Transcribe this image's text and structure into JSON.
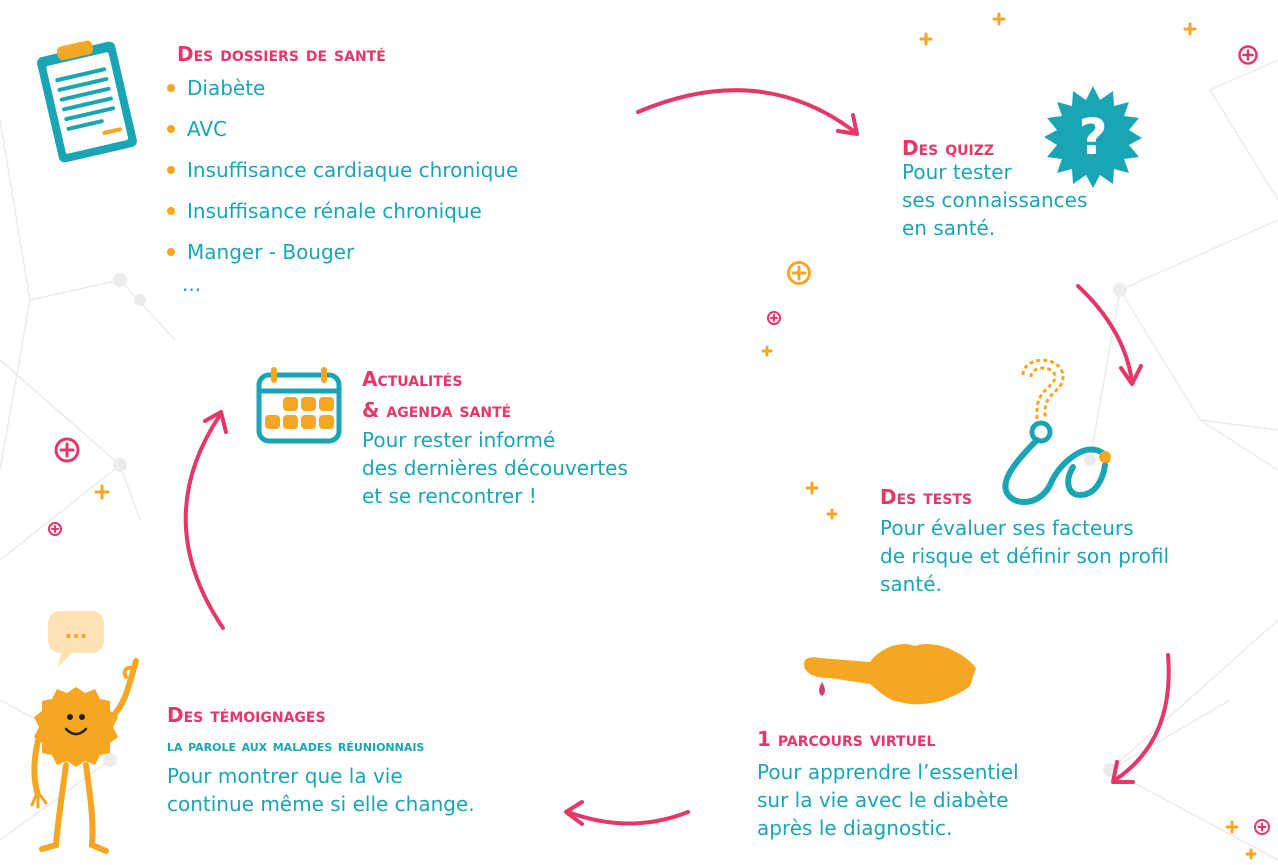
{
  "dossiers": {
    "title": "Des dossiers de santé",
    "items": [
      "Diabète",
      "AVC",
      "Insuffisance cardiaque chronique",
      "Insuffisance rénale chronique",
      "Manger - Bouger"
    ],
    "more": "..."
  },
  "quizz": {
    "title": "Des quizz",
    "lines": [
      "Pour tester",
      "ses connaissances",
      "en santé."
    ],
    "badge_symbol": "?"
  },
  "actualites": {
    "title": "Actualités",
    "subtitle": "& agenda santé",
    "lines": [
      "Pour rester informé",
      "des dernières découvertes",
      "et se rencontrer !"
    ]
  },
  "tests": {
    "title": "Des tests",
    "lines": [
      "Pour évaluer ses facteurs",
      "de risque et définir son profil",
      "santé."
    ]
  },
  "temoignages": {
    "title": "Des témoignages",
    "subtitle": "la parole aux malades réunionnais",
    "lines": [
      "Pour montrer que la vie",
      "continue même si elle change."
    ],
    "bubble": "..."
  },
  "parcours": {
    "title": "1 Parcours virtuel",
    "lines": [
      "Pour apprendre l’essentiel",
      "sur la vie avec le diabète",
      "après le diagnostic."
    ]
  },
  "colors": {
    "pink": "#e4376a",
    "teal": "#1aa5b5",
    "orange": "#f5a623",
    "network": "#e8e8e8"
  },
  "icons": [
    "clipboard-icon",
    "quiz-badge-icon",
    "calendar-icon",
    "stethoscope-icon",
    "question-mark-icon",
    "pointing-hand-icon",
    "blood-drop-icon",
    "mascot-icon",
    "speech-bubble-icon",
    "plus-icon",
    "plus-circle-icon",
    "curved-arrow-icon"
  ]
}
